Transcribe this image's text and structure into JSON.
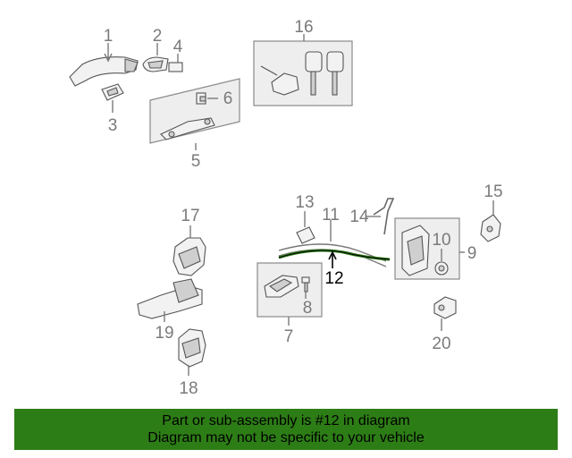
{
  "diagram": {
    "callouts": [
      {
        "id": "1",
        "label": "1"
      },
      {
        "id": "2",
        "label": "2"
      },
      {
        "id": "3",
        "label": "3"
      },
      {
        "id": "4",
        "label": "4"
      },
      {
        "id": "5",
        "label": "5"
      },
      {
        "id": "6",
        "label": "6"
      },
      {
        "id": "7",
        "label": "7"
      },
      {
        "id": "8",
        "label": "8"
      },
      {
        "id": "9",
        "label": "9"
      },
      {
        "id": "10",
        "label": "10"
      },
      {
        "id": "11",
        "label": "11"
      },
      {
        "id": "12",
        "label": "12"
      },
      {
        "id": "13",
        "label": "13"
      },
      {
        "id": "14",
        "label": "14"
      },
      {
        "id": "15",
        "label": "15"
      },
      {
        "id": "16",
        "label": "16"
      },
      {
        "id": "17",
        "label": "17"
      },
      {
        "id": "18",
        "label": "18"
      },
      {
        "id": "19",
        "label": "19"
      },
      {
        "id": "20",
        "label": "20"
      }
    ],
    "highlighted_part": "12",
    "colors": {
      "highlight": "#2d7d16",
      "callout": "#7a7a7a",
      "banner": "#2d7d16"
    }
  },
  "banner": {
    "line1": "Part or sub-assembly is #12 in diagram",
    "line2": "Diagram may not be specific to your vehicle"
  }
}
